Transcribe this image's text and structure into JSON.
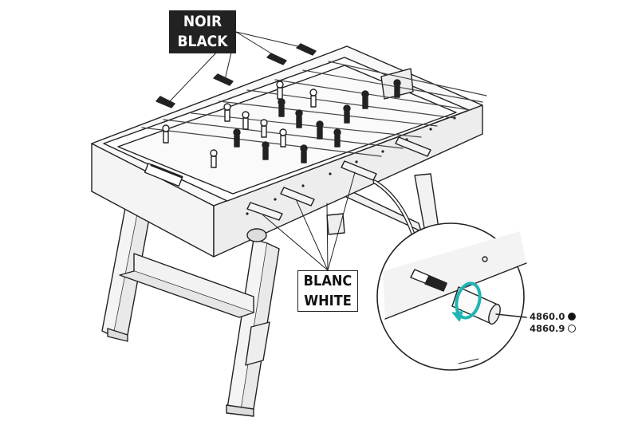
{
  "labels": {
    "black_fr": "NOIR",
    "black_en": "BLACK",
    "white_fr": "BLANC",
    "white_en": "WHITE"
  },
  "references": [
    {
      "code": "4860.0",
      "swatch": "#111111"
    },
    {
      "code": "4860.9",
      "swatch": "#ffffff"
    }
  ],
  "colors": {
    "line": "#222222",
    "arrow_accent": "#1fb5b5",
    "table_fill": "#f2f2f2"
  }
}
